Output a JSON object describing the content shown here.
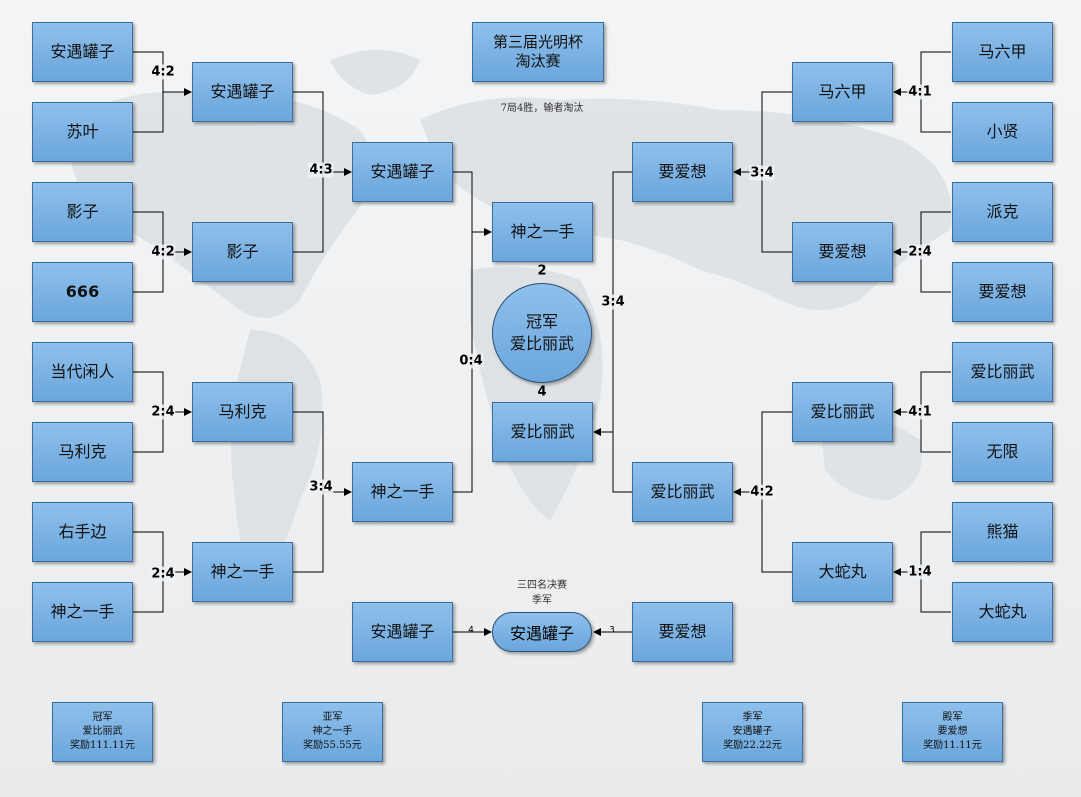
{
  "title": {
    "line1": "第三届光明杯",
    "line2": "淘汰赛"
  },
  "rules_note": "7局4胜，输者淘汰",
  "round1": {
    "L1": "安遇罐子",
    "L2": "苏叶",
    "L3": "影子",
    "L4": "666",
    "L5": "当代闲人",
    "L6": "马利克",
    "L7": "右手边",
    "L8": "神之一手",
    "R1": "马六甲",
    "R2": "小贤",
    "R3": "派克",
    "R4": "要爱想",
    "R5": "爱比丽武",
    "R6": "无限",
    "R7": "熊猫",
    "R8": "大蛇丸"
  },
  "round2": {
    "L1": "安遇罐子",
    "L2": "影子",
    "L3": "马利克",
    "L4": "神之一手",
    "R1": "马六甲",
    "R2": "要爱想",
    "R3": "爱比丽武",
    "R4": "大蛇丸"
  },
  "semis": {
    "L1": "安遇罐子",
    "L2": "神之一手",
    "R1": "要爱想",
    "R2": "爱比丽武"
  },
  "final": {
    "top": "神之一手",
    "bottom": "爱比丽武",
    "top_score": "2",
    "bottom_score": "4"
  },
  "champion": {
    "label": "冠军",
    "name": "爱比丽武"
  },
  "scores": {
    "L_r1_1": "4:2",
    "L_r1_2": "4:2",
    "L_r1_3": "2:4",
    "L_r1_4": "2:4",
    "L_r2_1": "4:3",
    "L_r2_2": "3:4",
    "L_semi": "0:4",
    "R_r1_1": "4:1",
    "R_r1_2": "2:4",
    "R_r1_3": "4:1",
    "R_r1_4": "1:4",
    "R_r2_1": "3:4",
    "R_r2_2": "4:2",
    "R_semi": "3:4"
  },
  "third_place": {
    "header": "三四名决赛",
    "subheader": "季军",
    "left": "安遇罐子",
    "right": "要爱想",
    "winner": "安遇罐子",
    "left_score": "4",
    "right_score": "3"
  },
  "prizes": [
    {
      "rank": "冠军",
      "name": "爱比丽武",
      "reward": "奖励111.11元"
    },
    {
      "rank": "亚军",
      "name": "神之一手",
      "reward": "奖励55.55元"
    },
    {
      "rank": "季军",
      "name": "安遇罐子",
      "reward": "奖励22.22元"
    },
    {
      "rank": "殿军",
      "name": "要爱想",
      "reward": "奖励11.11元"
    }
  ],
  "colors": {
    "box": "#7eb3e4",
    "border": "#3c6d9c",
    "line": "#000000"
  }
}
